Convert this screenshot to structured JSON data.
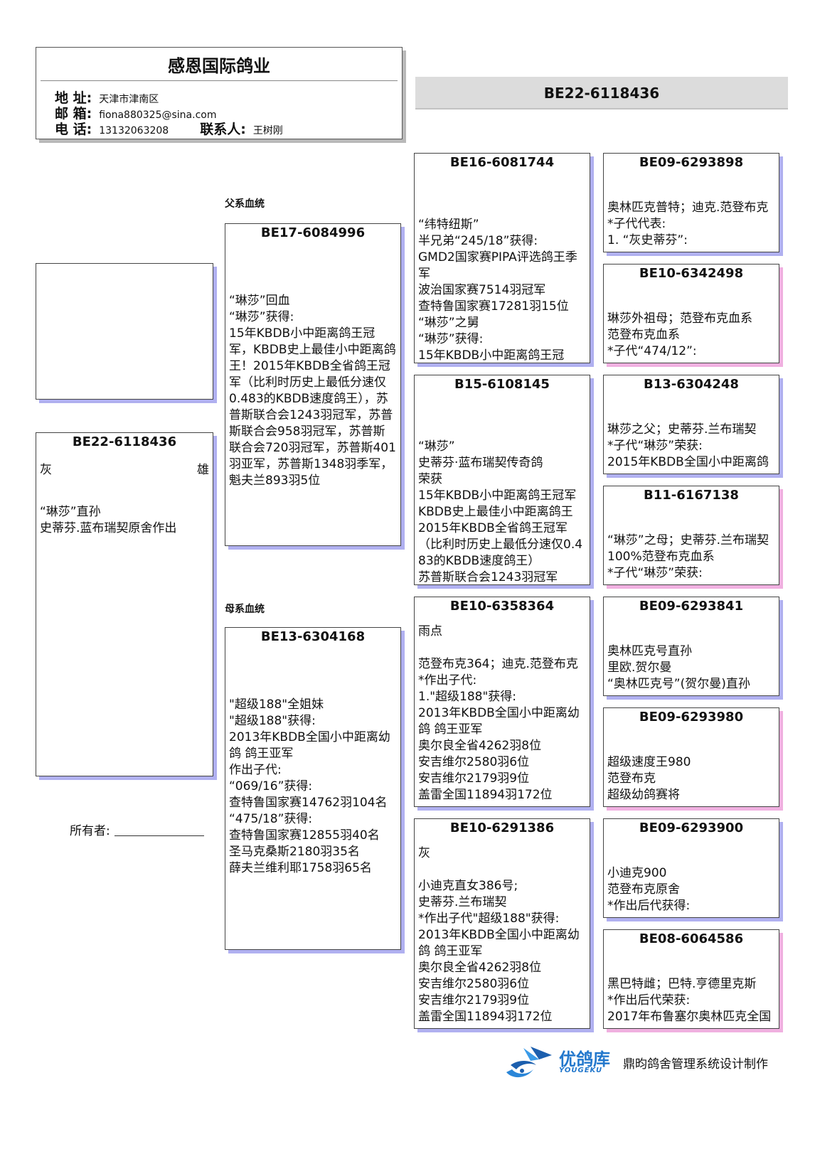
{
  "header": {
    "title": "感恩国际鸽业",
    "address_label": "地 址:",
    "address": "天津市津南区",
    "email_label": "邮 箱:",
    "email": "fiona880325@sina.com",
    "phone_label": "电 话:",
    "phone": "13132063208",
    "contact_label": "联系人:",
    "contact": "王树刚"
  },
  "subject_bar": "BE22-6118436",
  "sections": {
    "paternal": "父系血统",
    "maternal": "母系血统"
  },
  "subject": {
    "ring": "BE22-6118436",
    "color": "灰",
    "sex": "雄",
    "lines": [
      "“琳莎”直孙",
      "史蒂芬.蓝布瑞契原舍作出"
    ]
  },
  "sire": {
    "ring": "BE17-6084996",
    "lines": [
      "“琳莎”回血",
      "“琳莎”获得:",
      "15年KBDB小中距离鸽王冠军，KBDB史上最佳小中距离鸽王！2015年KBDB全省鸽王冠军（比利时历史上最低分速仅0.483的KBDB速度鸽王），苏普斯联合会1243羽冠军，苏普斯联合会958羽冠军，苏普斯联合会720羽冠军，苏普斯401羽亚军，苏普斯1348羽季军，魁夫兰893羽5位"
    ]
  },
  "dam": {
    "ring": "BE13-6304168",
    "lines": [
      "\"超级188\"全姐妹",
      "\"超级188\"获得:",
      "2013年KBDB全国小中距离幼鸽 鸽王亚军",
      "作出子代:",
      "“069/16”获得:",
      "查特鲁国家赛14762羽104名",
      "“475/18”获得:",
      "查特鲁国家赛12855羽40名",
      "圣马克桑斯2180羽35名",
      "薛夫兰维利耶1758羽65名"
    ]
  },
  "grandparents": [
    {
      "ring": "BE16-6081744",
      "lines": [
        "“纬特纽斯”",
        "半兄弟“245/18”获得:",
        "GMD2国家赛PIPA评选鸽王季军",
        "波治国家赛7514羽冠军",
        "查特鲁国家赛17281羽15位",
        "“琳莎”之舅",
        "“琳莎”获得:",
        "15年KBDB小中距离鸽王冠"
      ]
    },
    {
      "ring": "B15-6108145",
      "lines": [
        "“琳莎”",
        "史蒂芬·蓝布瑞契传奇鸽",
        "荣获",
        "15年KBDB小中距离鸽王冠军",
        "KBDB史上最佳小中距离鸽王",
        "2015年KBDB全省鸽王冠军",
        "（比利时历史上最低分速仅0.483的KBDB速度鸽王）",
        "苏普斯联合会1243羽冠军"
      ]
    },
    {
      "ring": "BE10-6358364",
      "lines": [
        "雨点",
        "",
        "范登布克364；迪克.范登布克",
        "*作出子代:",
        "1.\"超级188\"获得:",
        "2013年KBDB全国小中距离幼鸽 鸽王亚军",
        "奥尔良全省4262羽8位",
        "安吉维尔2580羽6位",
        "安吉维尔2179羽9位",
        "盖雷全国11894羽172位"
      ]
    },
    {
      "ring": "BE10-6291386",
      "lines": [
        "灰",
        "",
        "小迪克直女386号;",
        "史蒂芬.兰布瑞契",
        "*作出子代\"超级188\"获得:",
        "2013年KBDB全国小中距离幼鸽 鸽王亚军",
        "奥尔良全省4262羽8位",
        "安吉维尔2580羽6位",
        "安吉维尔2179羽9位",
        "盖雷全国11894羽172位"
      ]
    }
  ],
  "great_grandparents": [
    {
      "ring": "BE09-6293898",
      "lines": [
        "奥林匹克普特；迪克.范登布克",
        "*子代代表:",
        "1. “灰史蒂芬”:"
      ]
    },
    {
      "ring": "BE10-6342498",
      "lines": [
        "琳莎外祖母；范登布克血系",
        "范登布克血系",
        "*子代“474/12”:"
      ]
    },
    {
      "ring": "B13-6304248",
      "lines": [
        "琳莎之父；史蒂芬.兰布瑞契",
        "*子代“琳莎”荣获:",
        "2015年KBDB全国小中距离鸽"
      ]
    },
    {
      "ring": "B11-6167138",
      "lines": [
        "“琳莎”之母；史蒂芬.兰布瑞契",
        "100%范登布克血系",
        "*子代“琳莎”荣获:"
      ]
    },
    {
      "ring": "BE09-6293841",
      "lines": [
        "奥林匹克号直孙",
        "里欧.贺尔曼",
        "“奥林匹克号”(贺尔曼)直孙"
      ]
    },
    {
      "ring": "BE09-6293980",
      "lines": [
        "超级速度王980",
        "范登布克",
        "超级幼鸽赛将"
      ]
    },
    {
      "ring": "BE09-6293900",
      "lines": [
        "小迪克900",
        "范登布克原舍",
        "*作出后代获得:"
      ]
    },
    {
      "ring": "BE08-6064586",
      "lines": [
        "黑巴特雌；巴特.亨德里克斯",
        "*作出后代荣获:",
        "2017年布鲁塞尔奥林匹克全国"
      ]
    }
  ],
  "owner_label": "所有者:",
  "footer": {
    "logo_text": "优鸽库",
    "logo_sub": "YOUGEKU",
    "credit": "鼎昀鸽舍管理系统设计制作"
  },
  "colors": {
    "shadow_blue": "#b0b0f0",
    "shadow_pink": "#f0b0e0",
    "logo_blue": "#2277cc"
  }
}
